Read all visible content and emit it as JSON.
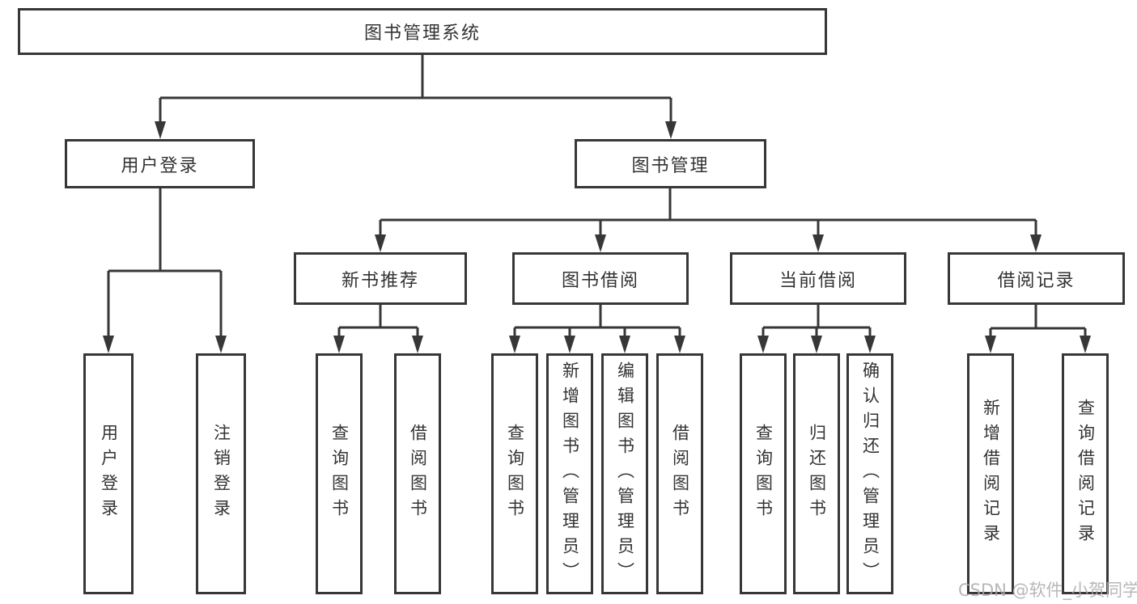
{
  "tree": {
    "label": "图书管理系统",
    "children": [
      {
        "label": "用户登录",
        "children": [
          {
            "label": "用户登录"
          },
          {
            "label": "注销登录"
          }
        ]
      },
      {
        "label": "图书管理",
        "children": [
          {
            "label": "新书推荐",
            "children": [
              {
                "label": "查询图书"
              },
              {
                "label": "借阅图书"
              }
            ]
          },
          {
            "label": "图书借阅",
            "children": [
              {
                "label": "查询图书"
              },
              {
                "label": "新增图书（管理员）"
              },
              {
                "label": "编辑图书（管理员）"
              },
              {
                "label": "借阅图书"
              }
            ]
          },
          {
            "label": "当前借阅",
            "children": [
              {
                "label": "查询图书"
              },
              {
                "label": "归还图书"
              },
              {
                "label": "确认归还（管理员）"
              }
            ]
          },
          {
            "label": "借阅记录",
            "children": [
              {
                "label": "新增借阅记录"
              },
              {
                "label": "查询借阅记录"
              }
            ]
          }
        ]
      }
    ]
  },
  "watermark": {
    "text": "CSDN @软件_小贺同学"
  },
  "colors": {
    "line": "#373737",
    "box_border": "#373737",
    "box_fill": "#ffffff",
    "text": "#333333",
    "watermark": "#ababab",
    "background": "#ffffff"
  }
}
